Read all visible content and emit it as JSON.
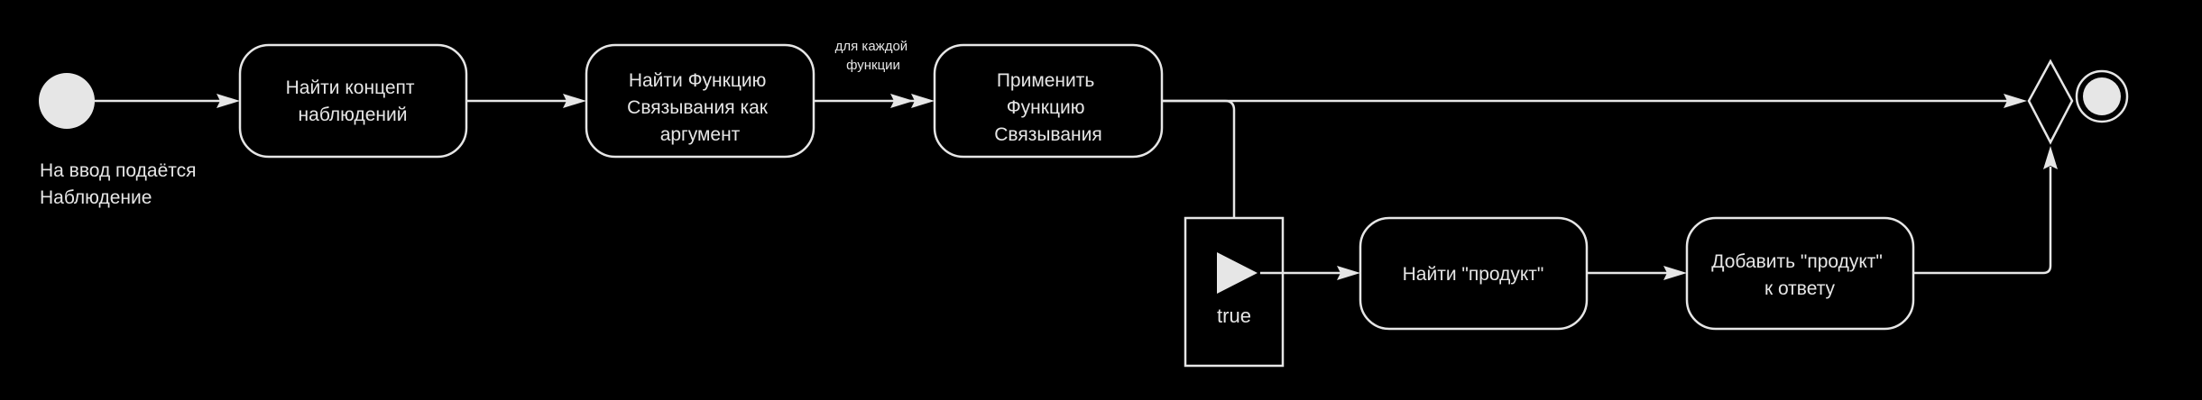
{
  "diagram": {
    "start_label": [
      "На ввод подаётся",
      "Наблюдение"
    ],
    "nodes": {
      "find_concept": [
        "Найти концепт",
        "наблюдений"
      ],
      "find_function": [
        "Найти Функцию",
        "Связывания как",
        "аргумент"
      ],
      "apply_function": [
        "Применить",
        "Функцию",
        "Связывания"
      ],
      "find_product": [
        "Найти \"продукт\""
      ],
      "add_product": [
        "Добавить \"продукт\"",
        "к ответу"
      ]
    },
    "loop_label": [
      "для каждой",
      "функции"
    ],
    "condition_label": "true",
    "colors": {
      "background": "#000000",
      "stroke": "#e6e6e6",
      "text": "#e6e6e6",
      "fill": "#e6e6e6"
    }
  }
}
